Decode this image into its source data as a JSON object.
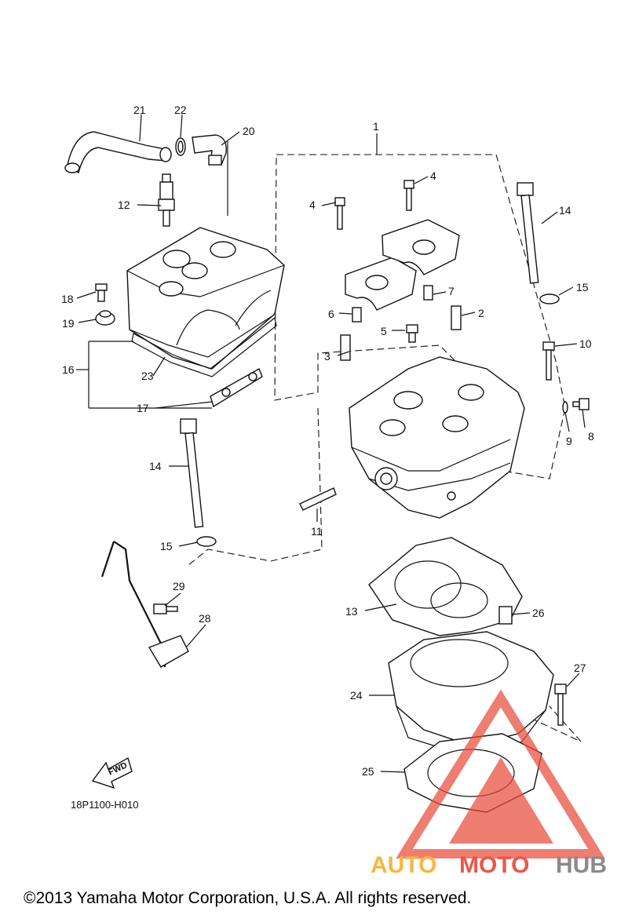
{
  "diagram": {
    "code": "18P1100-H010",
    "fwd_label": "FWD",
    "copyright": "©2013 Yamaha Motor Corporation, U.S.A. All rights reserved."
  },
  "watermark": {
    "text_auto": "AUTO",
    "text_moto": "MOTO",
    "text_hub": "HUB",
    "colors": {
      "auto": "#f5b642",
      "moto": "#e8584a",
      "hub": "#8a8a8a",
      "logo": "#e84c3d"
    }
  },
  "callouts": {
    "c1": "1",
    "c2": "2",
    "c3": "3",
    "c4a": "4",
    "c4b": "4",
    "c5": "5",
    "c6": "6",
    "c7": "7",
    "c8": "8",
    "c9": "9",
    "c10": "10",
    "c11": "11",
    "c12": "12",
    "c13": "13",
    "c14a": "14",
    "c14b": "14",
    "c15a": "15",
    "c15b": "15",
    "c16": "16",
    "c17": "17",
    "c18": "18",
    "c19": "19",
    "c20": "20",
    "c21": "21",
    "c22": "22",
    "c23": "23",
    "c24": "24",
    "c25": "25",
    "c26": "26",
    "c27": "27",
    "c28": "28",
    "c29": "29"
  }
}
